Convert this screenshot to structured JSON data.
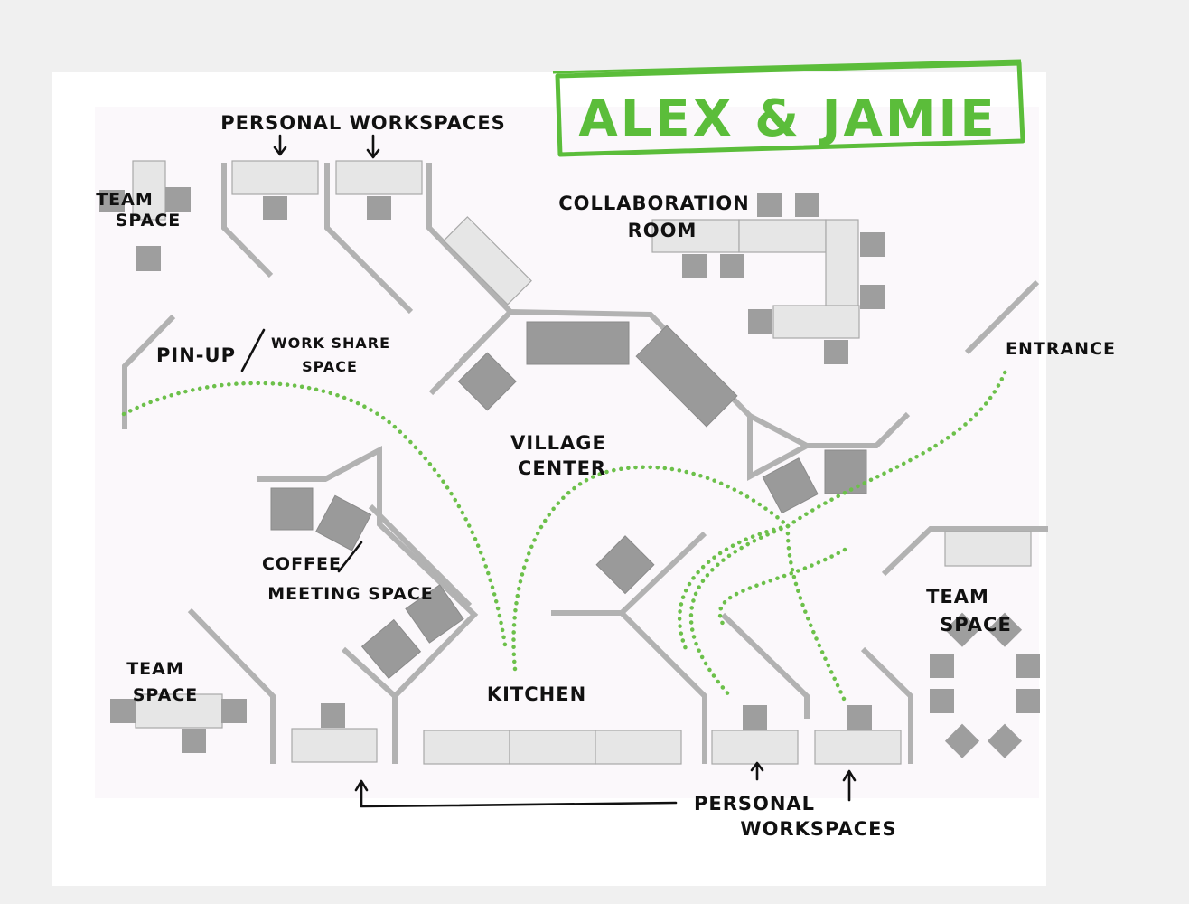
{
  "title": "ALEX & JAMIE",
  "labels": {
    "personal_workspaces_top": "PERSONAL WORKSPACES",
    "team_space_top_left_1": "TEAM",
    "team_space_top_left_2": "SPACE",
    "collaboration_1": "COLLABORATION",
    "collaboration_2": "ROOM",
    "pin_up": "PIN-UP",
    "work_share_1": "WORK SHARE",
    "work_share_2": "SPACE",
    "entrance": "ENTRANCE",
    "village_1": "VILLAGE",
    "village_2": "CENTER",
    "coffee": "COFFEE",
    "meeting_space": "MEETING SPACE",
    "team_space_right_1": "TEAM",
    "team_space_right_2": "SPACE",
    "team_space_bottom_left_1": "TEAM",
    "team_space_bottom_left_2": "SPACE",
    "kitchen": "KITCHEN",
    "personal_workspaces_bottom_1": "PERSONAL",
    "personal_workspaces_bottom_2": "WORKSPACES"
  },
  "colors": {
    "accent_green": "#5bbd3a",
    "path_green": "#6cc04a",
    "wall_gray": "#b2b2b2",
    "furniture_gray": "#9e9e9e"
  }
}
